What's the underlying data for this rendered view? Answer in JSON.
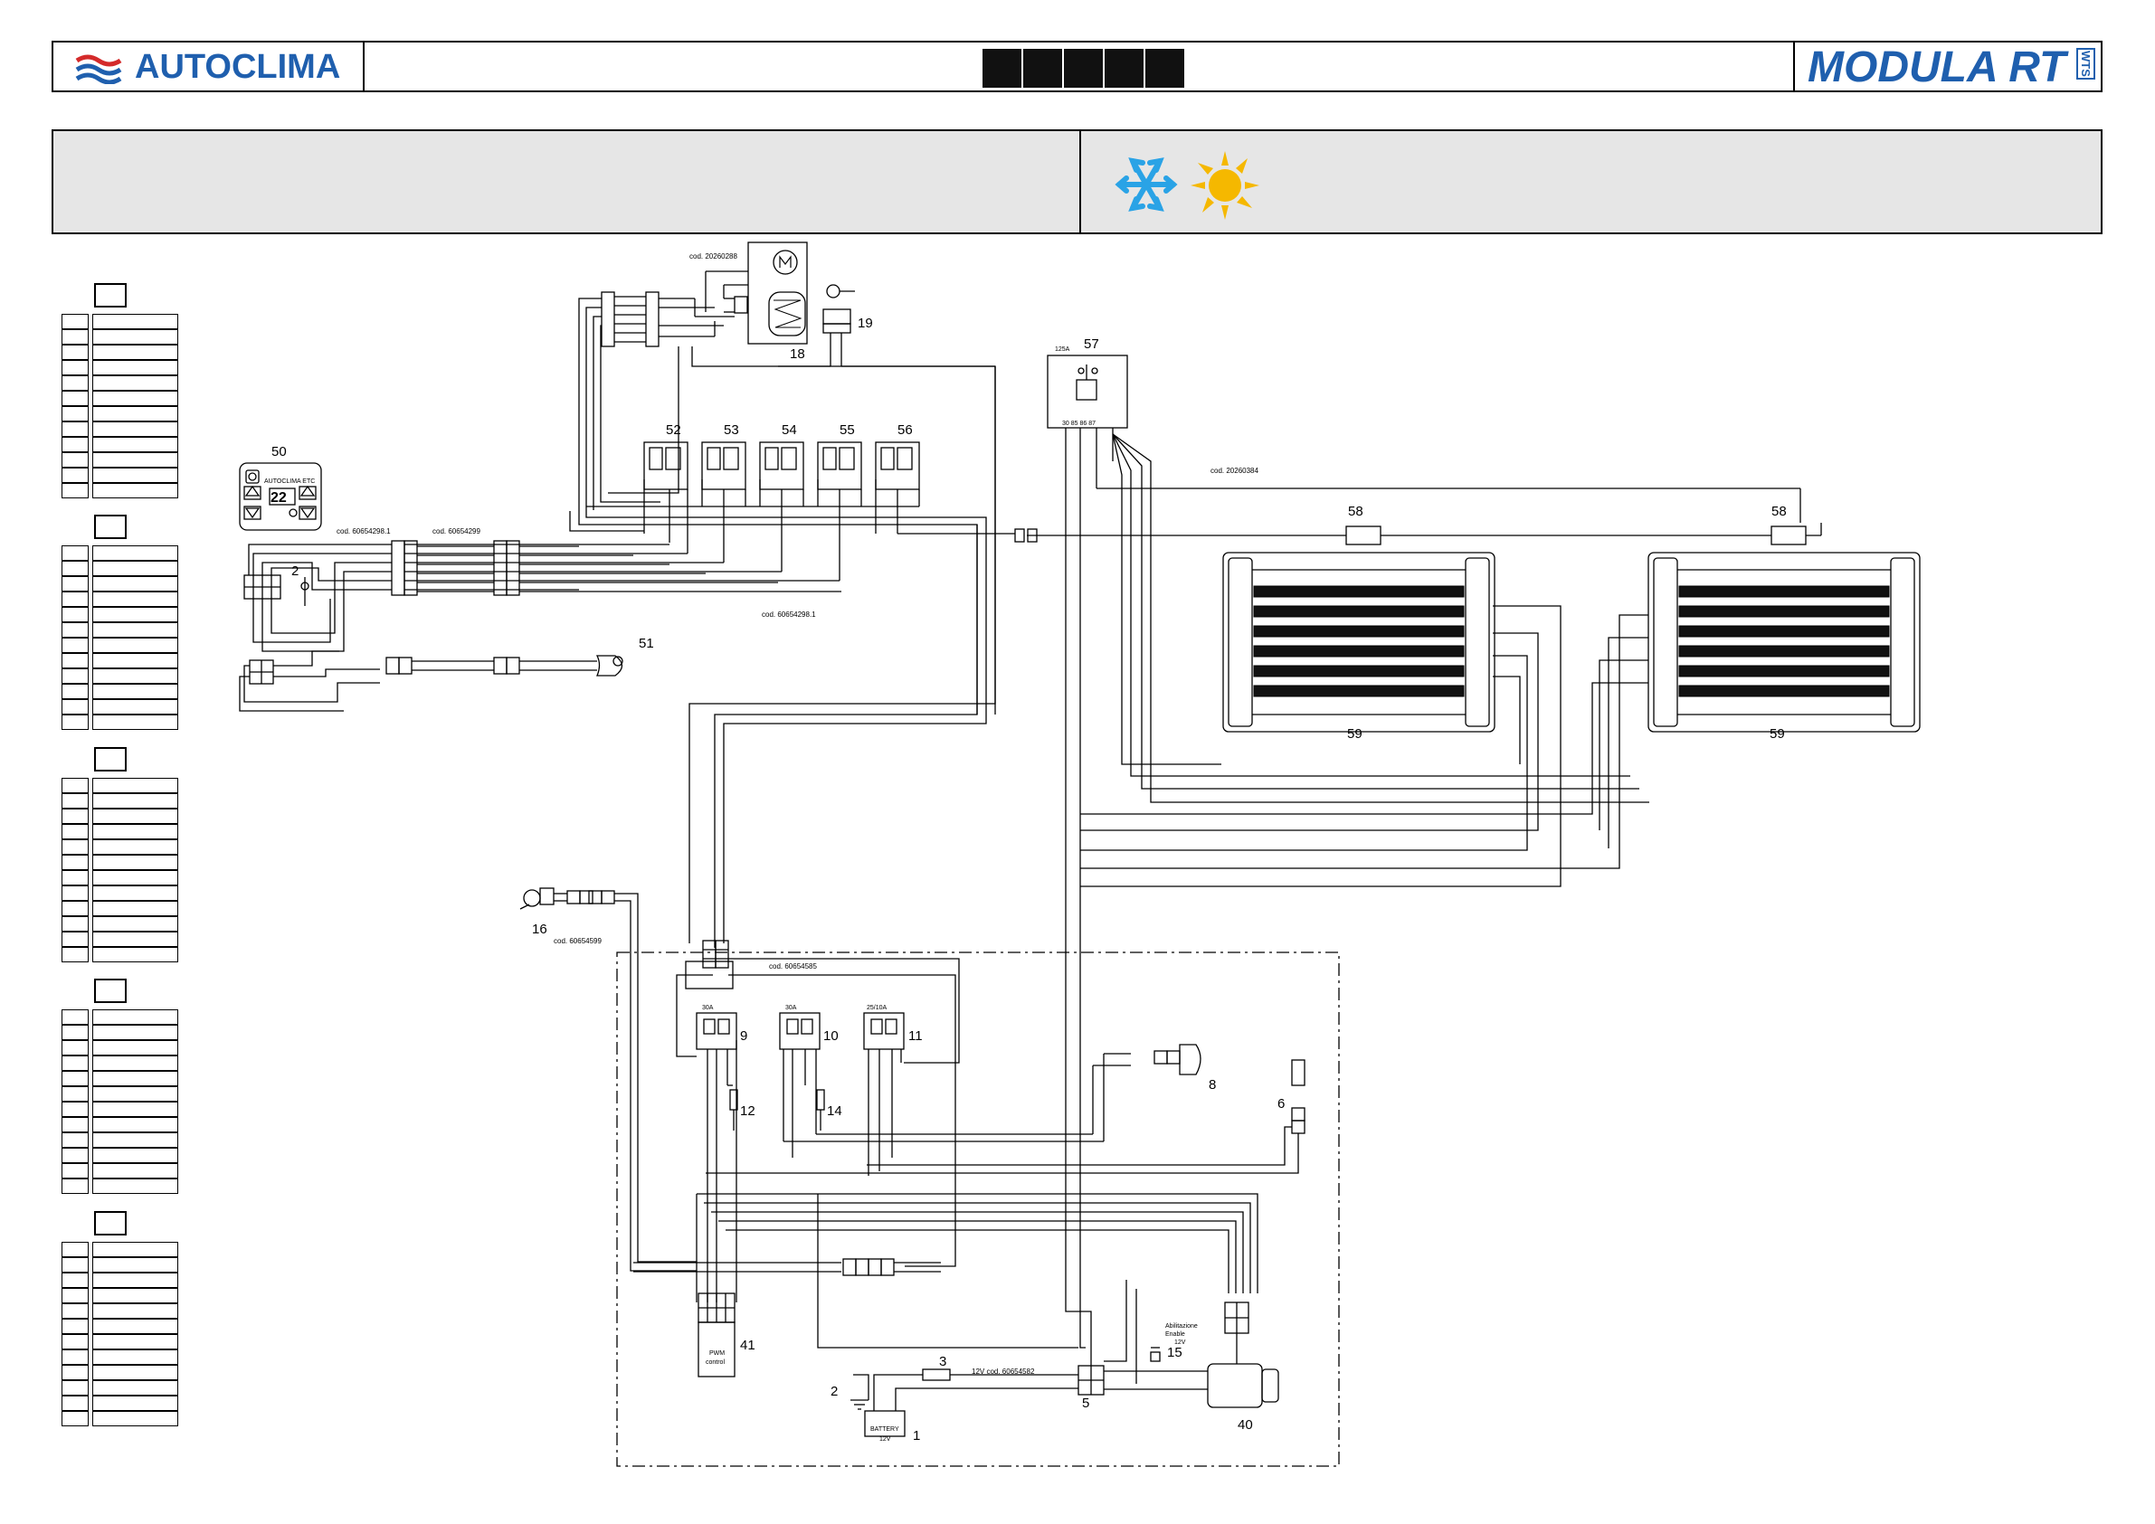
{
  "header": {
    "brand": "AUTOCLIMA",
    "model": "MODULA RT",
    "model_badge": "WTS",
    "colors": {
      "brand_blue": "#1f5fae",
      "brand_red": "#d42a2a",
      "black_box": "#111111",
      "band_gray": "#e6e6e6"
    }
  },
  "info_band": {
    "icons": [
      "snowflake-icon",
      "sun-icon"
    ],
    "icon_colors": {
      "snowflake": "#2aa3e6",
      "sun": "#f5b800"
    }
  },
  "diagram": {
    "components": {
      "c1": "1",
      "c2a": "2",
      "c2b": "2",
      "c3": "3",
      "c5": "5",
      "c6": "6",
      "c8": "8",
      "c9": "9",
      "c10": "10",
      "c11": "11",
      "c12": "12",
      "c14": "14",
      "c15": "15",
      "c16": "16",
      "c18": "18",
      "c19": "19",
      "c40": "40",
      "c41": "41",
      "c50": "50",
      "c51": "51",
      "c52": "52",
      "c53": "53",
      "c54": "54",
      "c55": "55",
      "c56": "56",
      "c57": "57",
      "c58a": "58",
      "c58b": "58",
      "c59a": "59",
      "c59b": "59"
    },
    "codes": {
      "top": "cod. 20260288",
      "heater": "cod. 20260384",
      "panel_a": "cod. 60654298.1",
      "panel_b": "cod. 60654299",
      "relay_bus": "cod. 60654298.1",
      "sensor16": "cod. 60654599",
      "dashed_box": "cod. 60654585",
      "battery_line": "12V  cod. 60654582"
    },
    "labels": {
      "battery": "BATTERY",
      "battery_v": "12V",
      "pwm_1": "PWM",
      "pwm_2": "control",
      "enable_1": "Abilitazione",
      "enable_2": "Enable",
      "enable_3": "12V",
      "panel_brand": "AUTOCLIMA ETC",
      "panel_display": "22",
      "relay_30a": "30A",
      "relay_125a": "125A",
      "relay_2510a": "25/10A",
      "pins_57": "30  85  86  87"
    }
  },
  "legend": {
    "groups": 5,
    "rows_per_group": 12
  }
}
